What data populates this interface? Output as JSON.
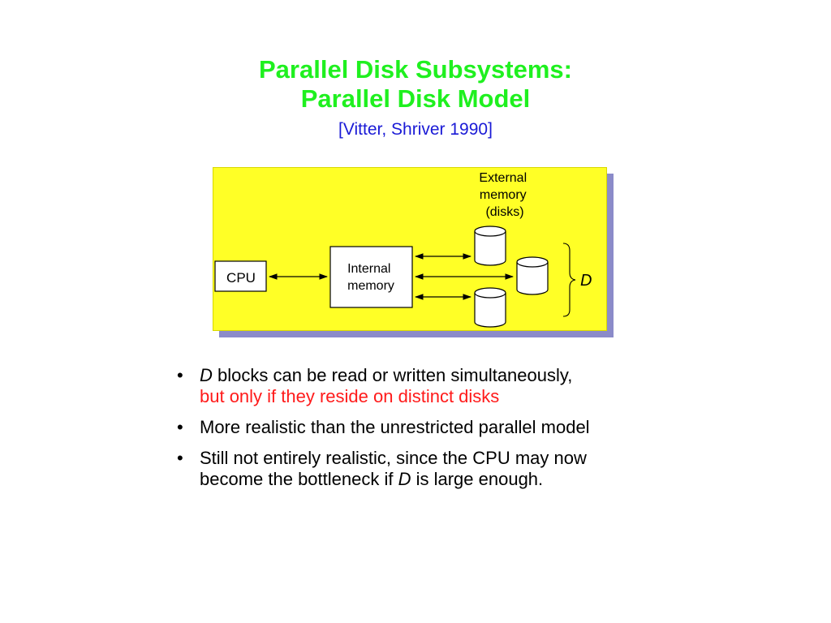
{
  "title": {
    "line1": "Parallel Disk Subsystems:",
    "line2": "Parallel Disk Model"
  },
  "citation": "[Vitter, Shriver 1990]",
  "diagram": {
    "external_label": [
      "External",
      "memory",
      "(disks)"
    ],
    "cpu_label": "CPU",
    "internal_label": [
      "Internal",
      "memory"
    ],
    "d_label": "D",
    "colors": {
      "panel": "#ffff26",
      "shadow": "#8b8bc9"
    }
  },
  "bullets": [
    {
      "d": "D",
      "text": " blocks can be read or written simultaneously,",
      "line2_red": "but only if they reside on distinct disks"
    },
    {
      "text": "More realistic than the unrestricted parallel model"
    },
    {
      "text_a": "Still not entirely realistic, since the CPU may now",
      "text_b": "become the bottleneck if ",
      "d": "D",
      "text_c": " is large enough."
    }
  ],
  "bullet_glyph": "•",
  "colors": {
    "title": "#1ff01f",
    "citation": "#1a1ad6",
    "emphasis": "#ff1a1a"
  }
}
